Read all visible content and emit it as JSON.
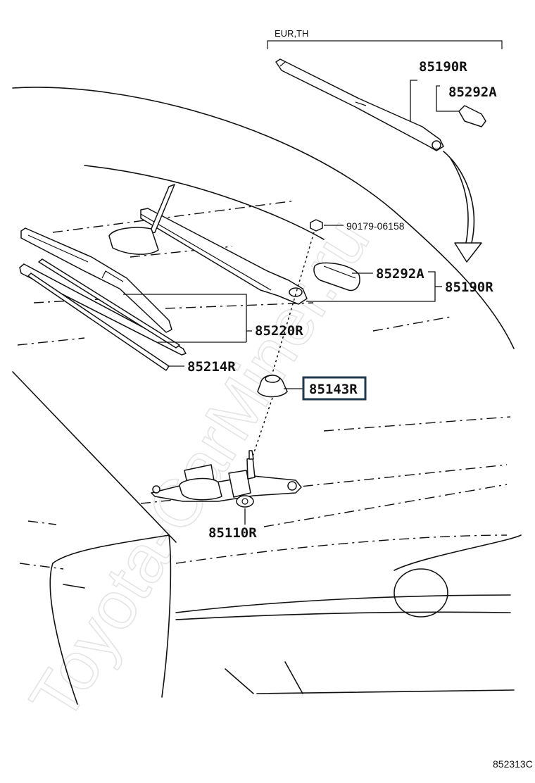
{
  "watermark": "Toyota-CarMiner.ru",
  "region_note": "EUR,TH",
  "diagram_code": "852313C",
  "highlighted_part": "85143R",
  "parts": {
    "arm_eur": "85190R",
    "cap_eur": "85292A",
    "nut": "90179-06158",
    "cap": "85292A",
    "arm": "85190R",
    "blade": "85220R",
    "rubber": "85214R",
    "grommet": "85143R",
    "motor": "85110R"
  },
  "colors": {
    "line": "#111111",
    "highlight_border": "#1f3a4d",
    "watermark": "#e4e4e4"
  }
}
